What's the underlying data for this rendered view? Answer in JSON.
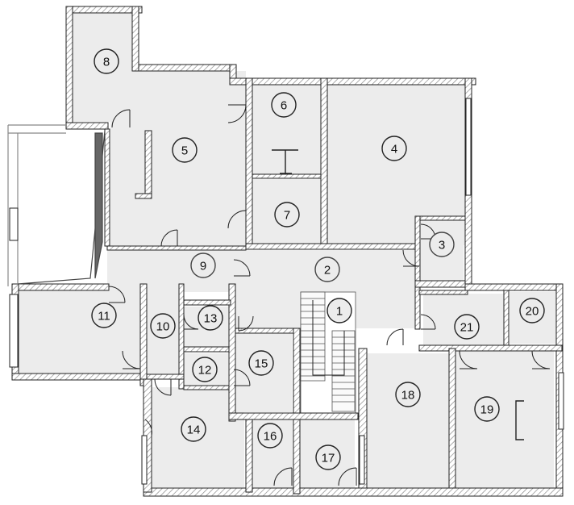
{
  "rooms": [
    {
      "number": "1"
    },
    {
      "number": "2"
    },
    {
      "number": "3"
    },
    {
      "number": "4"
    },
    {
      "number": "5"
    },
    {
      "number": "6"
    },
    {
      "number": "7"
    },
    {
      "number": "8"
    },
    {
      "number": "9"
    },
    {
      "number": "10"
    },
    {
      "number": "11"
    },
    {
      "number": "12"
    },
    {
      "number": "13"
    },
    {
      "number": "14"
    },
    {
      "number": "15"
    },
    {
      "number": "16"
    },
    {
      "number": "17"
    },
    {
      "number": "18"
    },
    {
      "number": "19"
    },
    {
      "number": "20"
    },
    {
      "number": "21"
    }
  ],
  "colors": {
    "room_fill": "#ececec",
    "wall_hatch": "#8a8a8a",
    "wall_stroke": "#222222",
    "background": "#ffffff"
  }
}
